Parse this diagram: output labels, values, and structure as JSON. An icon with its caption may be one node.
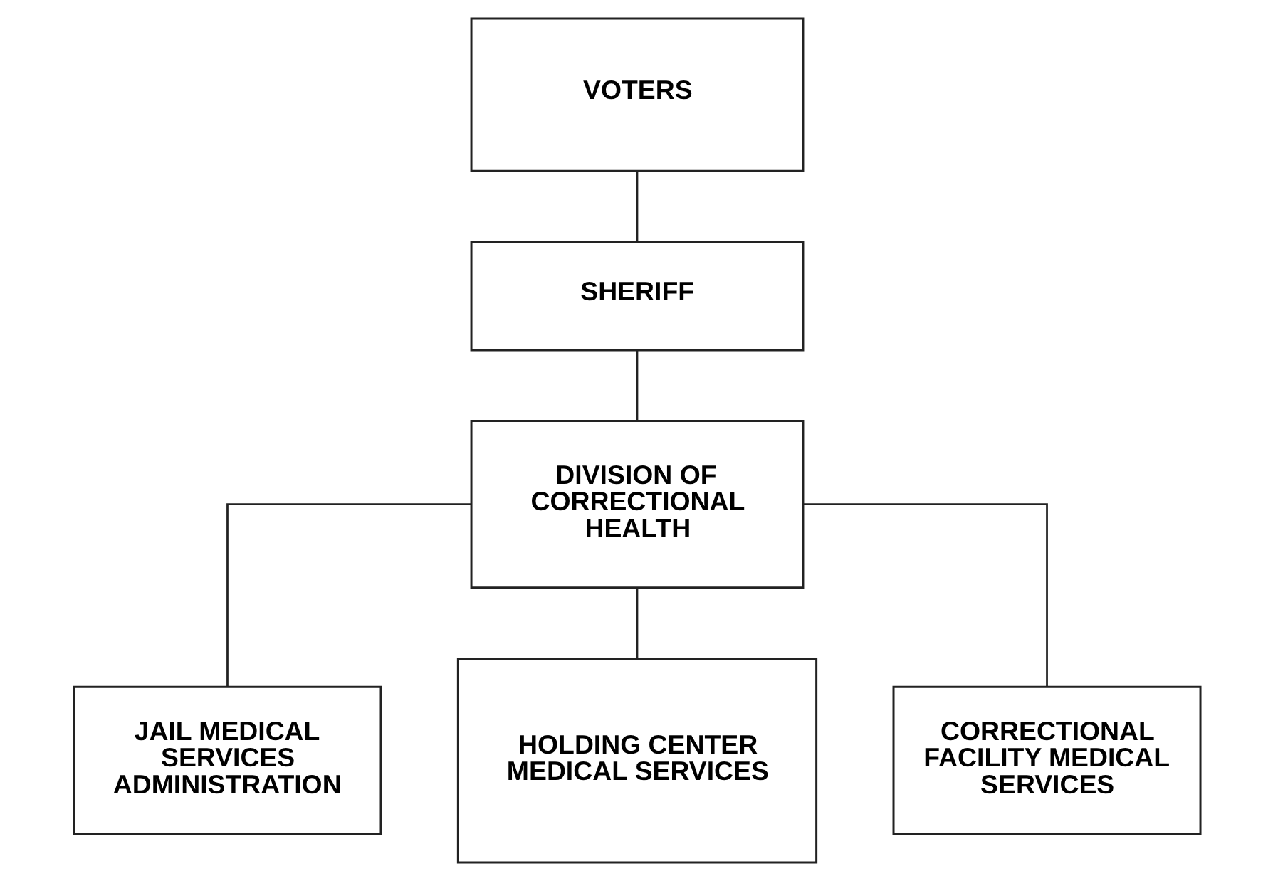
{
  "diagram": {
    "nodes": [
      {
        "text": [
          "VOTERS"
        ]
      },
      {
        "text": [
          "SHERIFF"
        ]
      },
      {
        "text": [
          "DIVISION OF CORRECTIONAL HEALTH"
        ]
      },
      {
        "text": [
          "JAIL MEDICAL SERVICES ADMINISTRATION"
        ]
      },
      {
        "text": [
          "HOLDING CENTER MEDICAL SERVICES"
        ]
      },
      {
        "text": [
          "CORRECTIONAL FACILITY MEDICAL SERVICES"
        ]
      }
    ],
    "edges": [
      {
        "from": 0,
        "to": 1,
        "arrow": "none"
      },
      {
        "from": 1,
        "to": 2,
        "arrow": "none"
      },
      {
        "from": 2,
        "to": 3,
        "arrow": "none"
      },
      {
        "from": 2,
        "to": 4,
        "arrow": "none"
      },
      {
        "from": 2,
        "to": 5,
        "arrow": "none"
      }
    ]
  }
}
